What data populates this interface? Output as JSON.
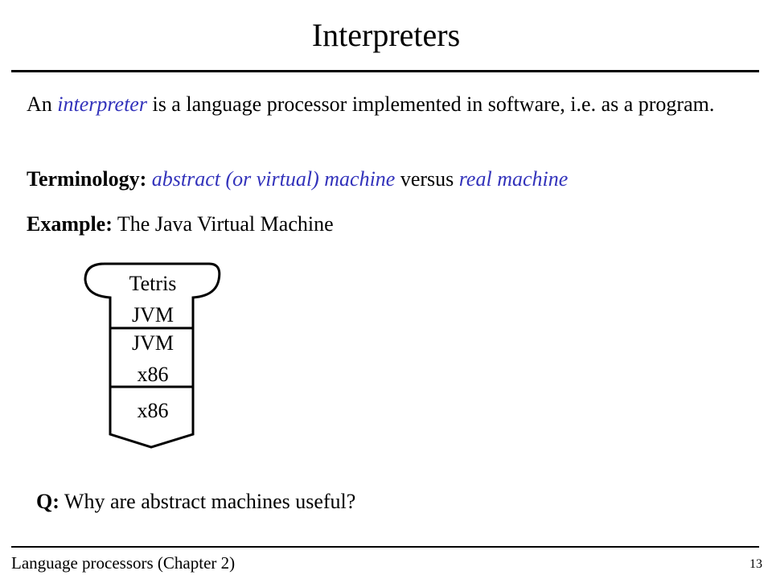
{
  "title": "Interpreters",
  "para1": {
    "t1": "An ",
    "em": "interpreter",
    "t2": " is a language processor implemented in software, i.e. as a program."
  },
  "para2": {
    "label": "Terminology:",
    "em1": "abstract (or virtual) machine",
    "mid": " versus ",
    "em2": "real machine"
  },
  "para3": {
    "label": "Example:",
    "text": " The Java Virtual Machine"
  },
  "diagram": {
    "program_name": "Tetris",
    "program_lang": "JVM",
    "interp_source": "JVM",
    "interp_impl": "x86",
    "machine": "x86"
  },
  "question": {
    "label": "Q:",
    "text": " Why are abstract machines useful?"
  },
  "footer": {
    "left": "Language processors (Chapter 2)",
    "page": "13"
  },
  "colors": {
    "accent": "#3333bb",
    "text": "#000000"
  }
}
